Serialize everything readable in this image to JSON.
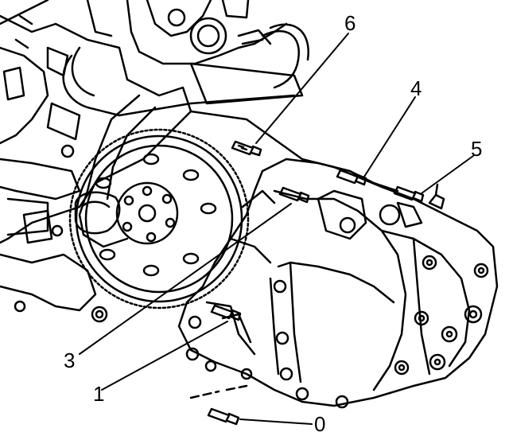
{
  "callouts": {
    "c6": "6",
    "c4": "4",
    "c5": "5",
    "c3": "3",
    "c1": "1",
    "c0": "0"
  },
  "colors": {
    "line": "#000000",
    "background": "#ffffff"
  }
}
